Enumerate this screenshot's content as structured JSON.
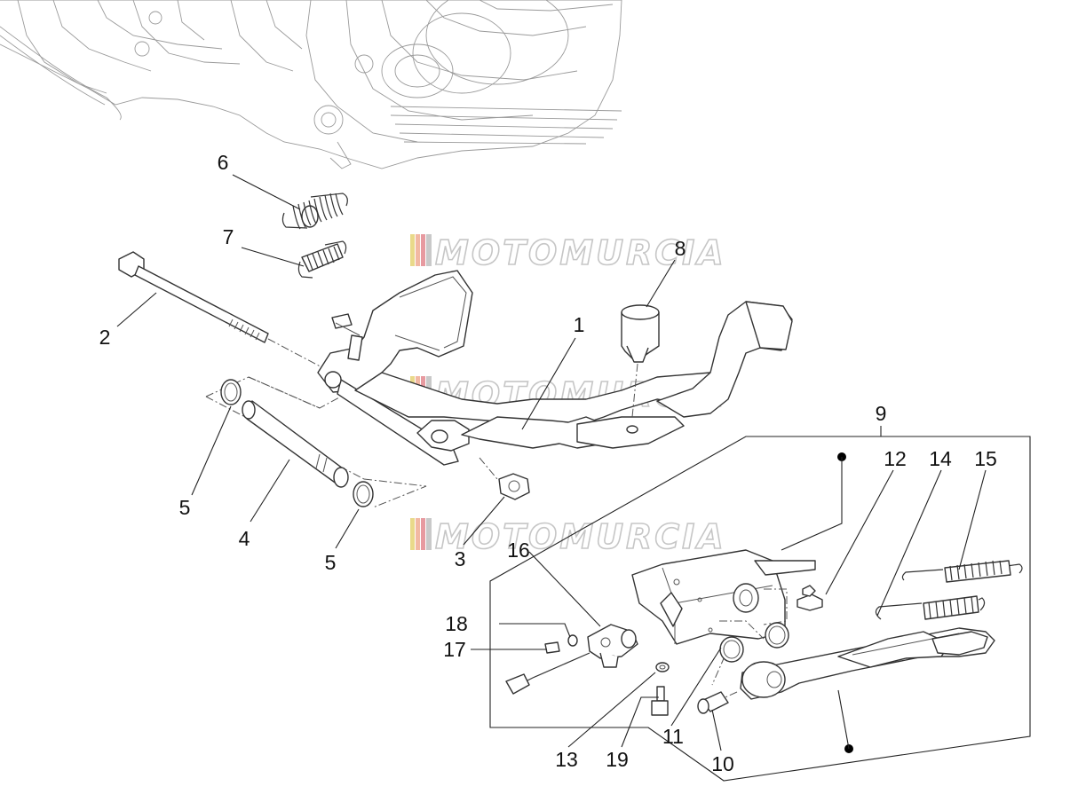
{
  "watermark": {
    "text": "MOTOMURCIA",
    "stripe_colors": [
      "#e9d98a",
      "#f2b8a3",
      "#e79aa0",
      "#c9c9c9"
    ]
  },
  "labels": [
    {
      "id": "1",
      "text": "1"
    },
    {
      "id": "2",
      "text": "2"
    },
    {
      "id": "3",
      "text": "3"
    },
    {
      "id": "4",
      "text": "4"
    },
    {
      "id": "5a",
      "text": "5"
    },
    {
      "id": "5b",
      "text": "5"
    },
    {
      "id": "6",
      "text": "6"
    },
    {
      "id": "7",
      "text": "7"
    },
    {
      "id": "8",
      "text": "8"
    },
    {
      "id": "9",
      "text": "9"
    },
    {
      "id": "10",
      "text": "10"
    },
    {
      "id": "11",
      "text": "11"
    },
    {
      "id": "12",
      "text": "12"
    },
    {
      "id": "13",
      "text": "13"
    },
    {
      "id": "14",
      "text": "14"
    },
    {
      "id": "15",
      "text": "15"
    },
    {
      "id": "16",
      "text": "16"
    },
    {
      "id": "17",
      "text": "17"
    },
    {
      "id": "18",
      "text": "18"
    },
    {
      "id": "19",
      "text": "19"
    }
  ]
}
